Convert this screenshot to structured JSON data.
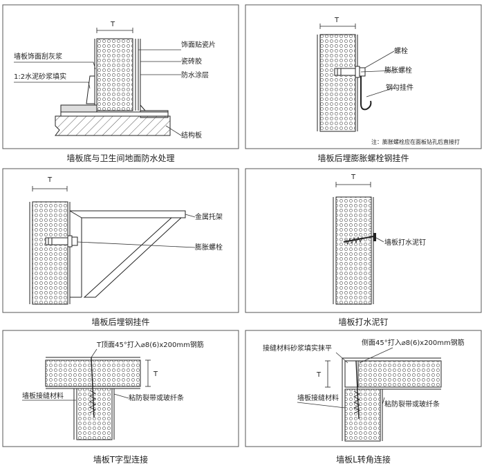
{
  "dimension_symbol": "T",
  "panels": [
    {
      "caption": "墙板底与卫生间地面防水处理",
      "labels": [
        "墙板饰面刮灰浆",
        "1:2水泥砂浆填实",
        "饰面贴瓷片",
        "瓷砖胶",
        "防水涂层",
        "结构板"
      ]
    },
    {
      "caption": "墙板后埋膨胀螺栓钢挂件",
      "labels": [
        "螺栓",
        "膨胀螺栓",
        "钢勾挂件"
      ],
      "note": "注：膨胀螺栓应在面板钻孔后直接打"
    },
    {
      "caption": "墙板后埋钢挂件",
      "labels": [
        "金属托架",
        "膨胀螺栓"
      ]
    },
    {
      "caption": "墙板打水泥钉",
      "labels": [
        "墙板打水泥钉"
      ]
    },
    {
      "caption": "墙板T字型连接",
      "labels": [
        "T顶面45°打入⌀8(6)x200mm钢筋",
        "墙板接缝材料",
        "粘防裂带或玻纤条"
      ]
    },
    {
      "caption": "墙板L转角连接",
      "labels": [
        "接缝材料砂浆填实抹平",
        "侧面45°打入⌀8(6)x200mm钢筋",
        "墙板接缝材料",
        "粘防裂带或玻纤条"
      ]
    }
  ]
}
